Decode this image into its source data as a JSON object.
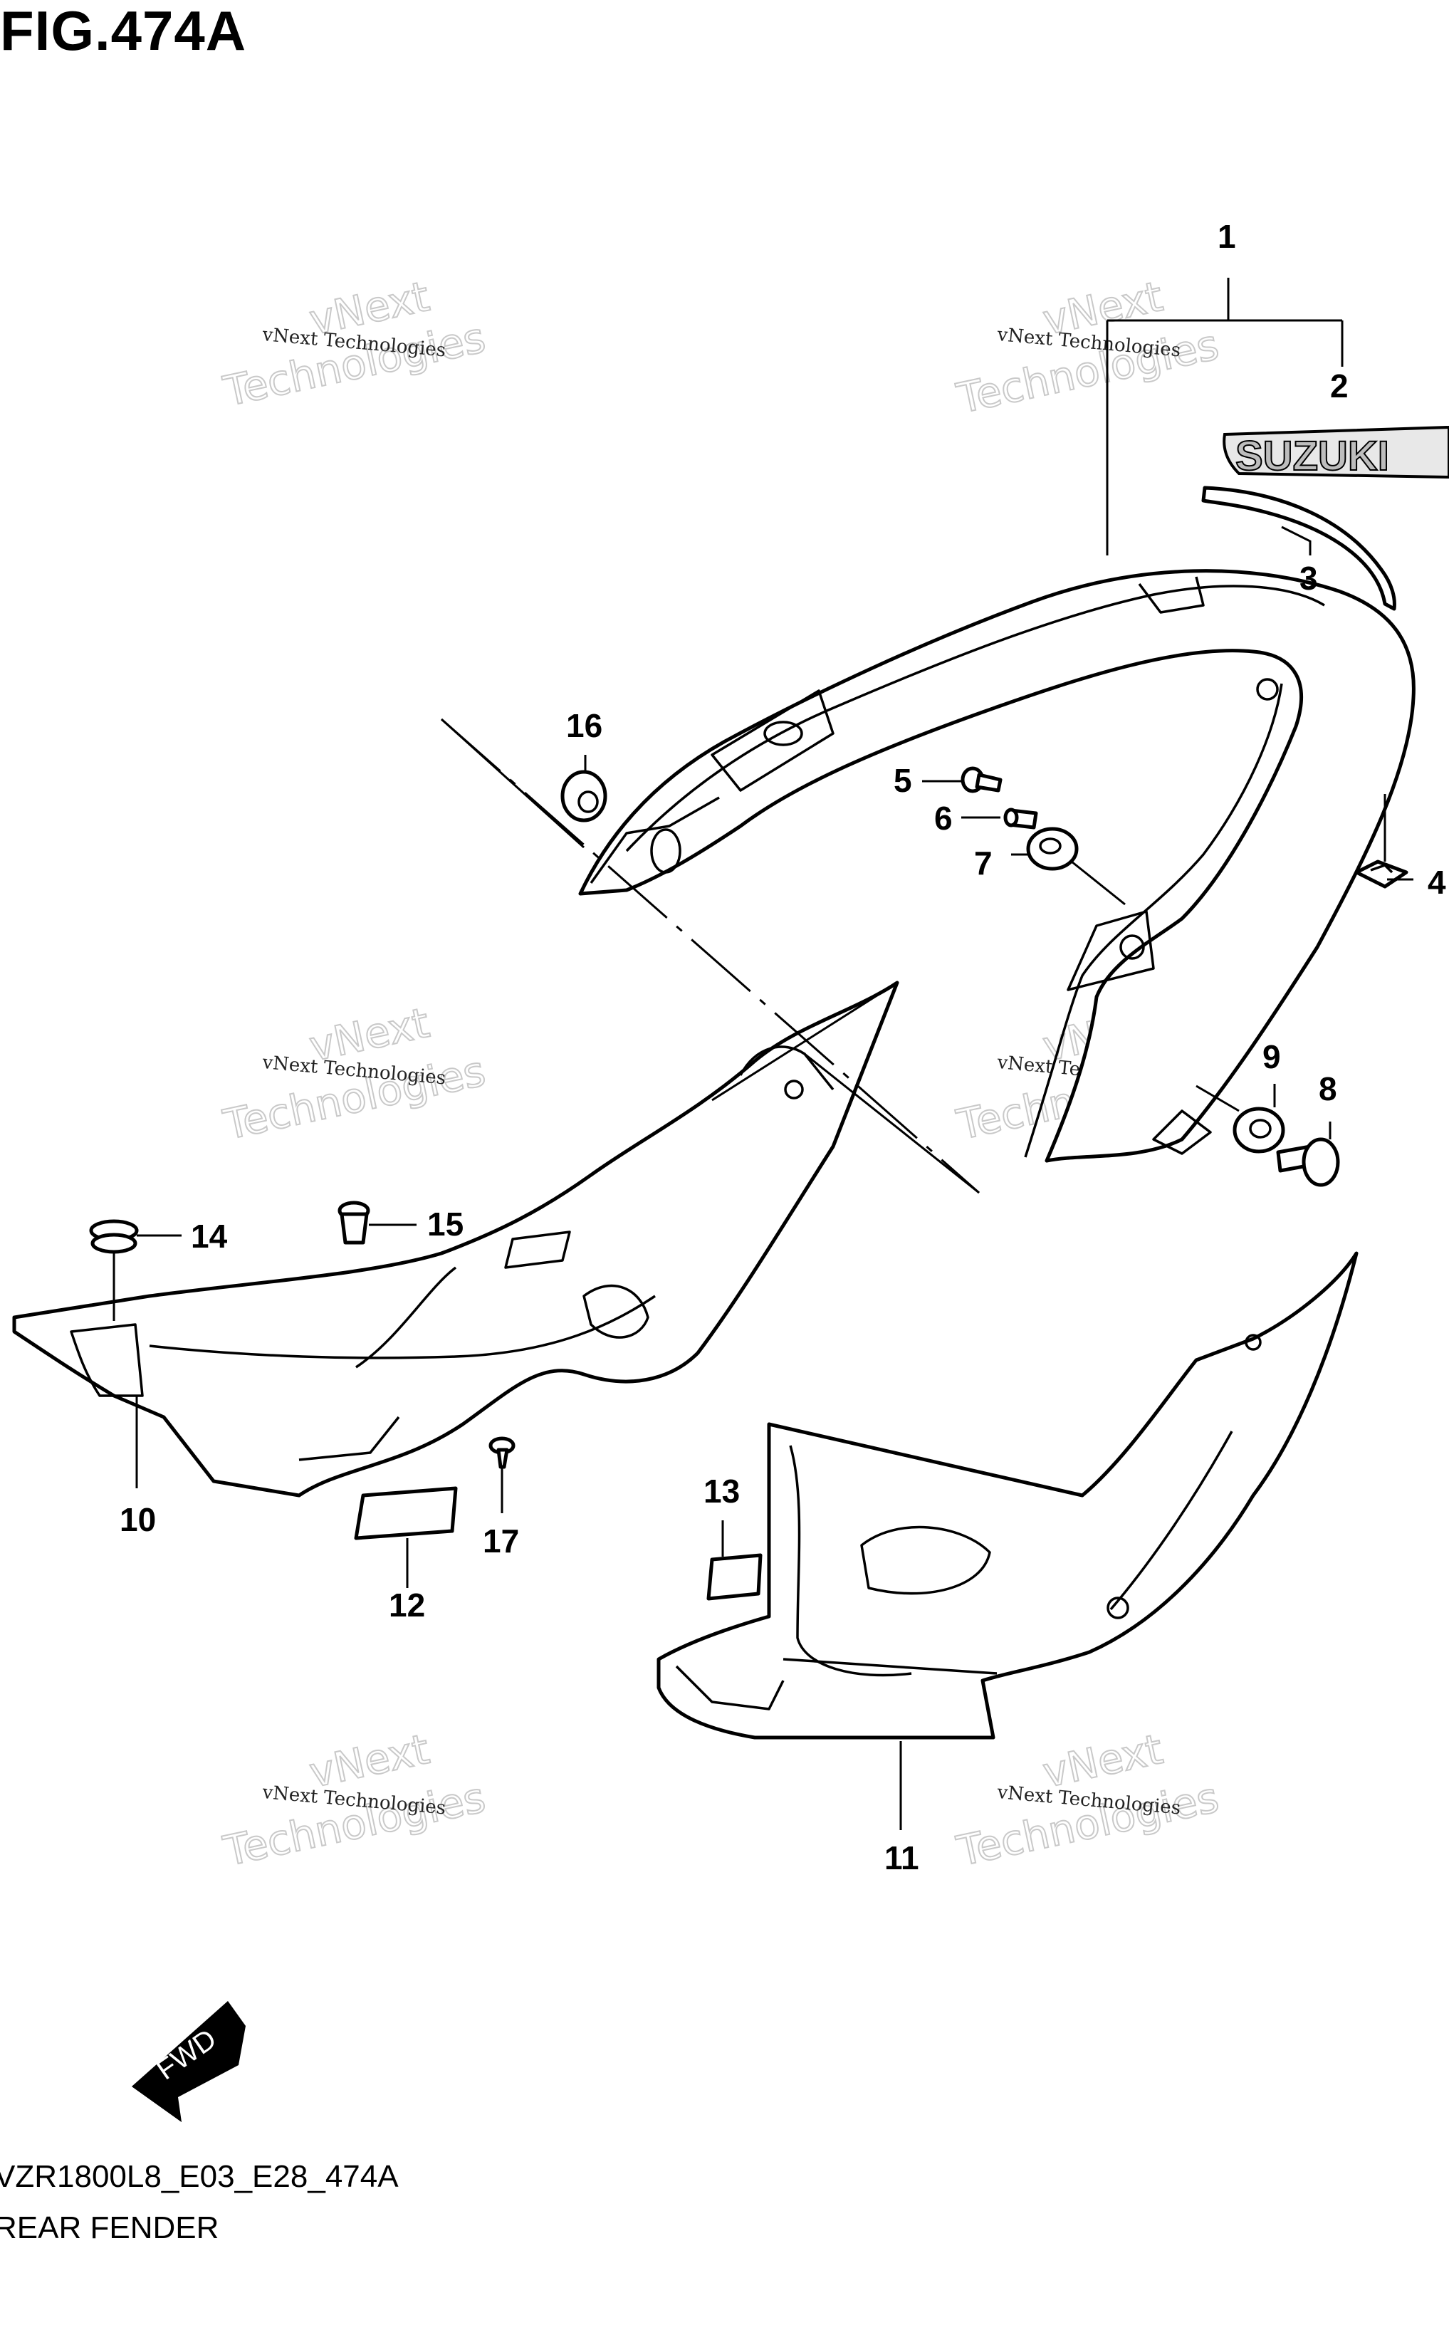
{
  "figure": {
    "title": "FIG.474A",
    "code": "VZR1800L8_E03_E28_474A",
    "name": "REAR FENDER"
  },
  "watermark": {
    "line1": "vNext Technologies",
    "line2": "Technologies",
    "ghost": "vNext"
  },
  "logo_decal": {
    "text": "SUZUKI"
  },
  "direction_arrow": {
    "label": "FWD"
  },
  "callouts": [
    "1",
    "2",
    "3",
    "4",
    "5",
    "6",
    "7",
    "8",
    "9",
    "10",
    "11",
    "12",
    "13",
    "14",
    "15",
    "16",
    "17"
  ]
}
